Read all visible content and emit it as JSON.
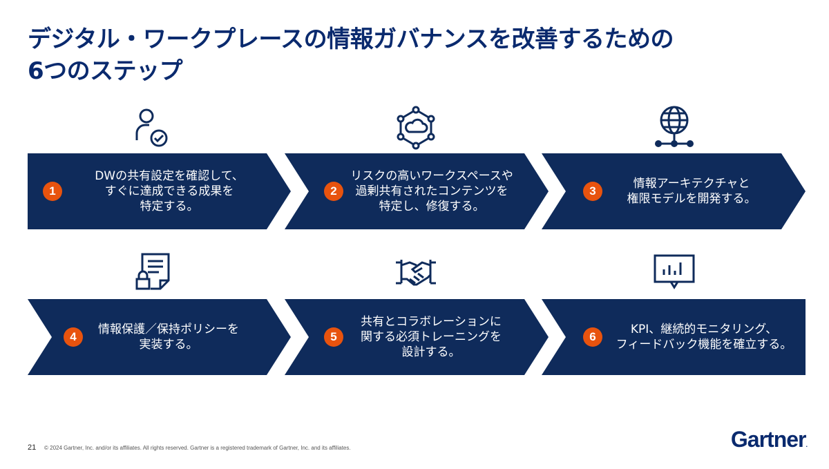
{
  "title": {
    "line1": "デジタル・ワークプレースの情報ガバナンスを改善するための",
    "line2": "6つのステップ"
  },
  "steps": [
    {
      "number": "1",
      "lines": [
        "DWの共有設定を確認して、",
        "すぐに達成できる成果を",
        "特定する。"
      ],
      "icon": "user-check-icon"
    },
    {
      "number": "2",
      "lines": [
        "リスクの高いワークスペースや",
        "過剰共有されたコンテンツを",
        "特定し、修復する。"
      ],
      "icon": "cloud-network-icon"
    },
    {
      "number": "3",
      "lines": [
        "情報アーキテクチャと",
        "権限モデルを開発する。"
      ],
      "icon": "globe-network-icon"
    },
    {
      "number": "4",
      "lines": [
        "情報保護／保持ポリシーを",
        "実装する。"
      ],
      "icon": "locked-document-icon"
    },
    {
      "number": "5",
      "lines": [
        "共有とコラボレーションに",
        "関する必須トレーニングを",
        "設計する。"
      ],
      "icon": "handshake-icon"
    },
    {
      "number": "6",
      "lines": [
        "KPI、継続的モニタリング、",
        "フィードバック機能を確立する。"
      ],
      "icon": "chart-board-icon"
    }
  ],
  "colors": {
    "navy": "#0a2a6e",
    "badge": "#e8530e",
    "arrow": "#0f2b5b"
  },
  "footer": {
    "page_number": "21",
    "copyright": "© 2024 Gartner, Inc. and/or its affiliates. All rights reserved. Gartner is a registered trademark of Gartner, Inc. and its affiliates."
  },
  "logo": {
    "text": "Gartner",
    "mark": "."
  }
}
